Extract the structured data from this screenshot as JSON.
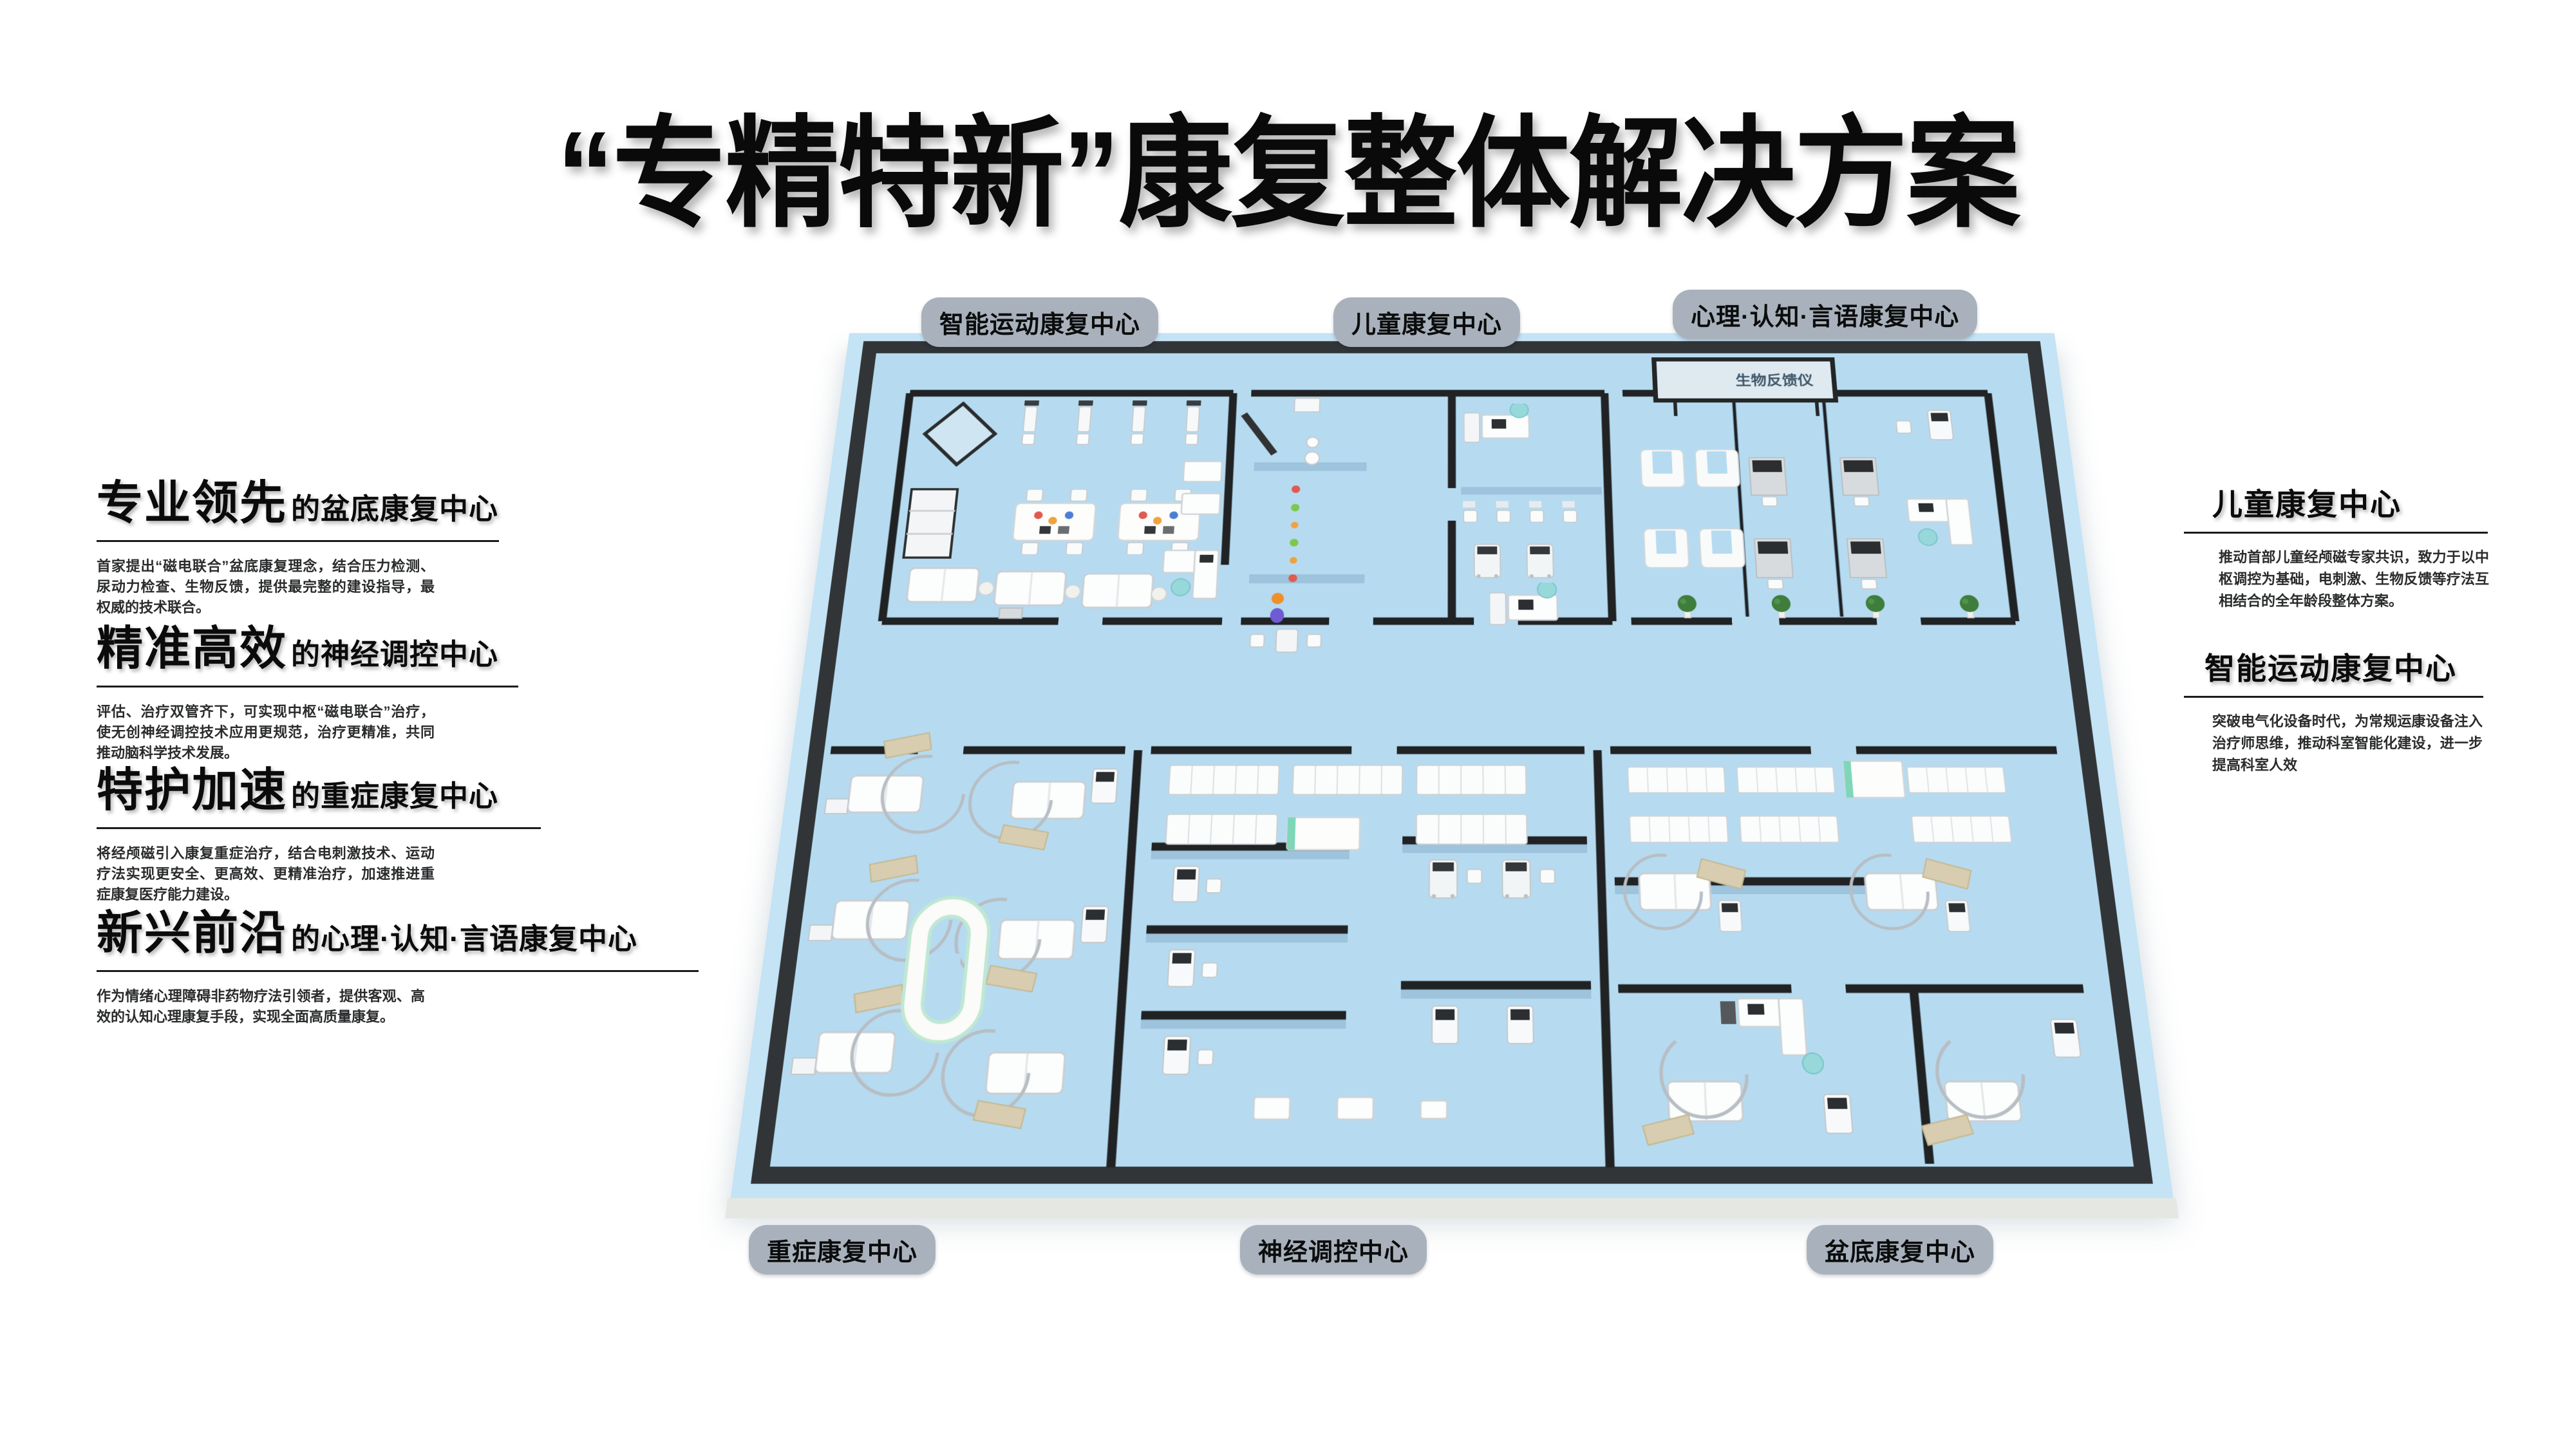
{
  "title": "“专精特新”康复整体解决方案",
  "colors": {
    "floor": "#b6dbf0",
    "apron": "#c4e3f5",
    "outer_wall": "#323538",
    "inner_wall": "#202224",
    "pill_bg": "#a9b2bc",
    "teal_chair": "#97d8da",
    "tan_screen": "#d8cdb0",
    "mint_accent": "#7fd6b9",
    "plant_green": "#3f7d3c",
    "slab_edge": "#e4e7e2"
  },
  "plan": {
    "screen_label": "生物反馈仪",
    "top_labels": [
      "智能运动康复中心",
      "儿童康复中心",
      "心理·认知·言语康复中心"
    ],
    "bottom_labels": [
      "重症康复中心",
      "神经调控中心",
      "盆底康复中心"
    ]
  },
  "left_sections": [
    {
      "big": "专业领先",
      "suffix": "的盆底康复中心",
      "body": "首家提出“磁电联合”盆底康复理念，结合压力检测、尿动力检查、生物反馈，提供最完整的建设指导，最权威的技术联合。"
    },
    {
      "big": "精准高效",
      "suffix": "的神经调控中心",
      "body": "评估、治疗双管齐下，可实现中枢“磁电联合”治疗，使无创神经调控技术应用更规范，治疗更精准，共同推动脑科学技术发展。"
    },
    {
      "big": "特护加速",
      "suffix": "的重症康复中心",
      "body": "将经颅磁引入康复重症治疗，结合电刺激技术、运动疗法实现更安全、更高效、更精准治疗，加速推进重症康复医疗能力建设。"
    },
    {
      "big": "新兴前沿",
      "suffix": "的心理·认知·言语康复中心",
      "body": "作为情绪心理障碍非药物疗法引领者，提供客观、高效的认知心理康复手段，实现全面高质量康复。"
    }
  ],
  "right_sections": [
    {
      "heading": "儿童康复中心",
      "body": "推动首部儿童经颅磁专家共识，致力于以中枢调控为基础，电刺激、生物反馈等疗法互相结合的全年龄段整体方案。"
    },
    {
      "heading": "智能运动康复中心",
      "body": "突破电气化设备时代，为常规运康设备注入治疗师思维，推动科室智能化建设，进一步提高科室人效"
    }
  ]
}
